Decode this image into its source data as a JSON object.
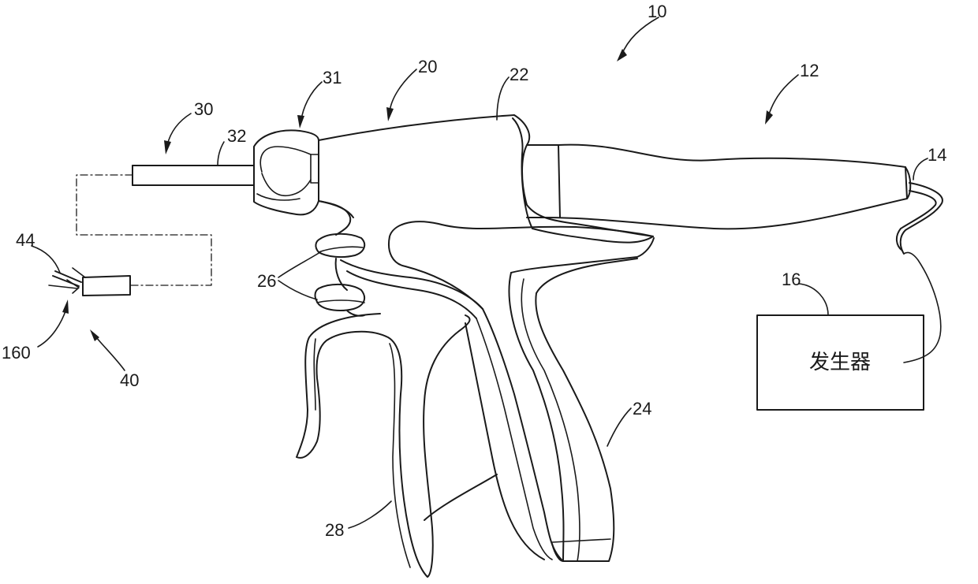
{
  "figure": {
    "reference_numerals": {
      "system": "10",
      "handpiece": "12",
      "cable": "14",
      "generator": "16",
      "handle_assembly": "20",
      "body": "22",
      "pistol_grip": "24",
      "buttons": "26",
      "trigger": "28",
      "shaft_assembly": "30",
      "knob": "31",
      "outer_sheath": "32",
      "end_effector": "40",
      "clamp_arm": "44",
      "blade": "160"
    },
    "generator_box_label": "发生器"
  }
}
